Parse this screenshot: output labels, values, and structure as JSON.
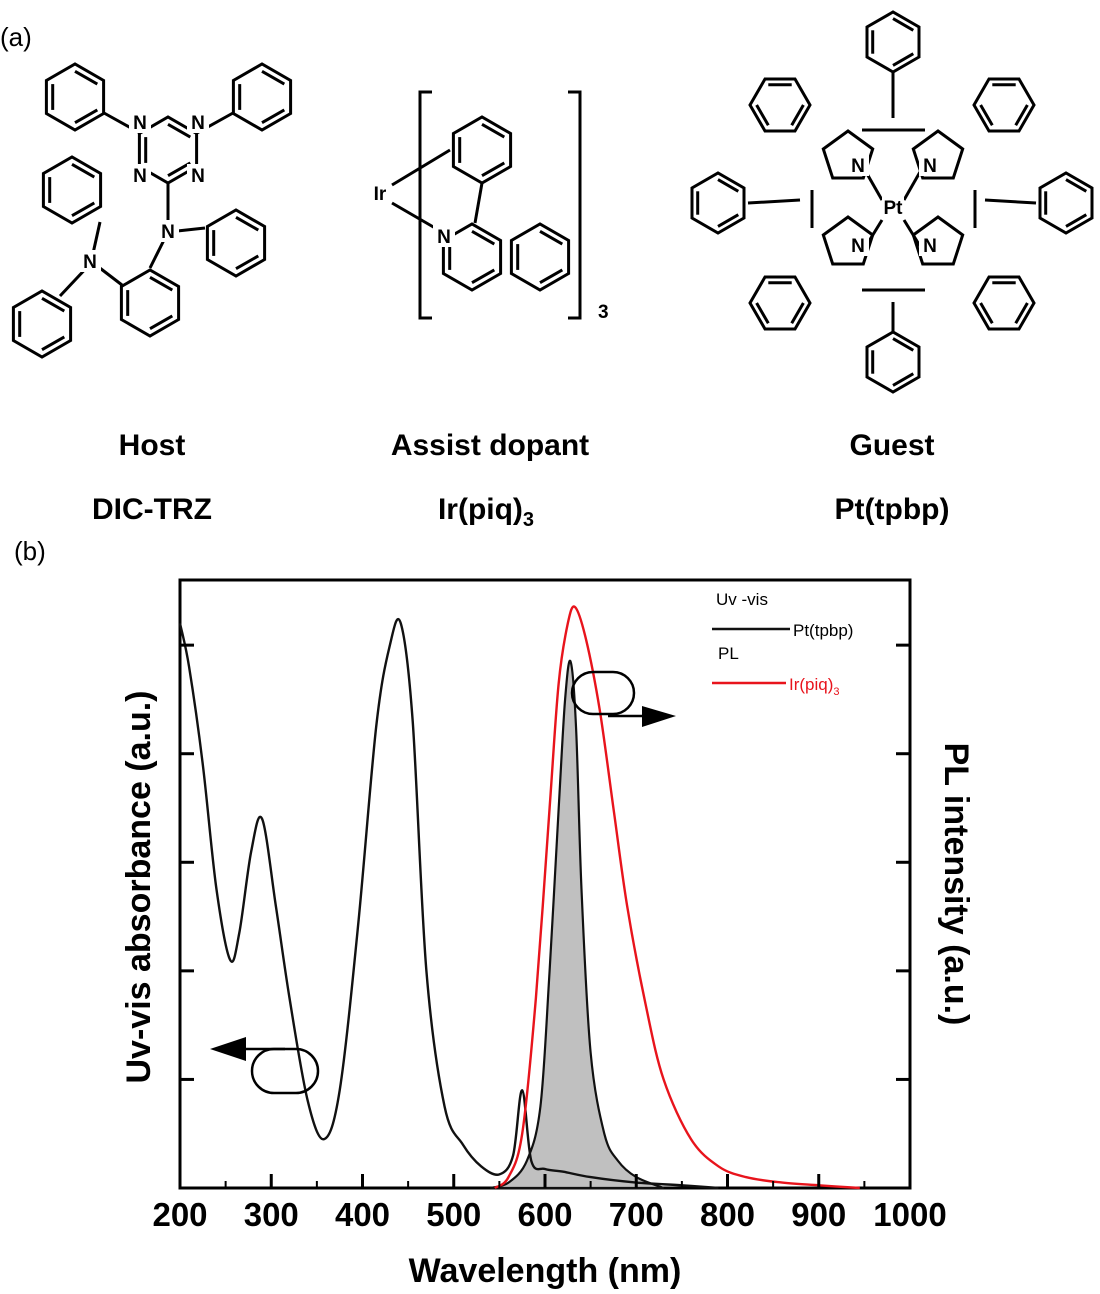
{
  "panels": {
    "a": "(a)",
    "b": "(b)"
  },
  "molecules": [
    {
      "role": "Host",
      "name": "DIC-TRZ"
    },
    {
      "role": "Assist dopant",
      "name_base": "Ir(piq)",
      "name_sub": "3"
    },
    {
      "role": "Guest",
      "name": "Pt(tpbp)"
    }
  ],
  "structure_labels": {
    "n": "N",
    "ir": "Ir",
    "pt": "Pt",
    "bracket_count": "3"
  },
  "colors": {
    "uvvis": "#111111",
    "pl_ir": "#e8141c",
    "pl_pt_fill": "#c0c0c0",
    "axis": "#000000"
  },
  "chart_data": {
    "type": "line",
    "xlabel": "Wavelength (nm)",
    "ylabel_left": "Uv-vis  absorbance (a.u.)",
    "ylabel_right": "PL intensity (a.u.)",
    "xlim": [
      200,
      1000
    ],
    "xticks": [
      200,
      300,
      400,
      500,
      600,
      700,
      800,
      900,
      1000
    ],
    "ylim": [
      0,
      1.12
    ],
    "grid": false,
    "legend_position": "top-right",
    "legend": {
      "group1_header": "Uv -vis",
      "series1_name": "Pt(tpbp)",
      "group2_header": "PL",
      "series2_name_base": "Ir(piq)",
      "series2_name_sub": "3"
    },
    "series": [
      {
        "name": "Pt(tpbp)",
        "kind": "Uv-vis absorbance",
        "axis": "left",
        "color": "#111111",
        "x": [
          200,
          210,
          225,
          240,
          255,
          265,
          278,
          290,
          305,
          320,
          340,
          358,
          375,
          395,
          415,
          430,
          442,
          455,
          470,
          490,
          510,
          530,
          550,
          565,
          575,
          585,
          600,
          620,
          650,
          700,
          750,
          790
        ],
        "y": [
          1.04,
          0.96,
          0.78,
          0.55,
          0.42,
          0.47,
          0.62,
          0.68,
          0.52,
          0.35,
          0.16,
          0.09,
          0.18,
          0.48,
          0.85,
          1.0,
          1.04,
          0.86,
          0.4,
          0.15,
          0.08,
          0.04,
          0.025,
          0.06,
          0.18,
          0.05,
          0.035,
          0.03,
          0.02,
          0.01,
          0.005,
          0.0
        ]
      },
      {
        "name": "Pt(tpbp)",
        "kind": "PL",
        "axis": "right",
        "color": "#c0c0c0",
        "x": [
          540,
          560,
          580,
          595,
          605,
          615,
          622,
          628,
          634,
          640,
          650,
          665,
          680,
          700,
          730
        ],
        "y": [
          0.0,
          0.01,
          0.05,
          0.15,
          0.4,
          0.7,
          0.9,
          0.97,
          0.85,
          0.55,
          0.25,
          0.1,
          0.05,
          0.02,
          0.0
        ]
      },
      {
        "name": "Ir(piq)3",
        "kind": "PL",
        "axis": "right",
        "color": "#e8141c",
        "x": [
          545,
          560,
          575,
          590,
          605,
          615,
          625,
          633,
          645,
          660,
          675,
          690,
          710,
          730,
          760,
          790,
          820,
          860,
          900,
          945
        ],
        "y": [
          0.0,
          0.02,
          0.1,
          0.35,
          0.7,
          0.93,
          1.04,
          1.07,
          1.01,
          0.88,
          0.7,
          0.52,
          0.34,
          0.2,
          0.09,
          0.04,
          0.02,
          0.01,
          0.005,
          0.0
        ]
      }
    ]
  }
}
